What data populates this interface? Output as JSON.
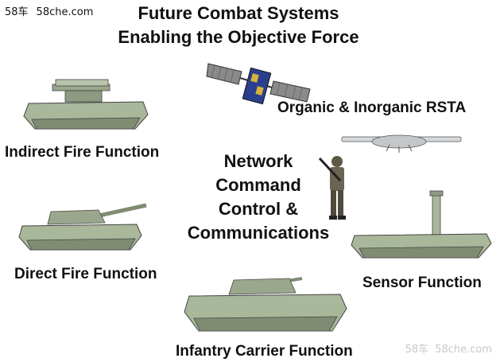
{
  "watermark_top": {
    "a": "58车",
    "b": "58che.com"
  },
  "watermark_bottom": {
    "a": "58车",
    "b": "58che.com"
  },
  "title": {
    "line1": "Future Combat Systems",
    "line2": "Enabling the Objective Force"
  },
  "center": {
    "line1": "Network",
    "line2": "Command",
    "line3": "Control &",
    "line4": "Communications"
  },
  "labels": {
    "rsta": "Organic & Inorganic RSTA",
    "indirect": "Indirect Fire Function",
    "direct": "Direct Fire Function",
    "sensor": "Sensor Function",
    "infantry": "Infantry Carrier Function"
  },
  "colors": {
    "vehicle": "#a9b79a",
    "vehicle_dark": "#6f7d63",
    "satellite_panel": "#7a7a7a",
    "satellite_body": "#2b3f8f",
    "uav": "#cfd3d6"
  }
}
